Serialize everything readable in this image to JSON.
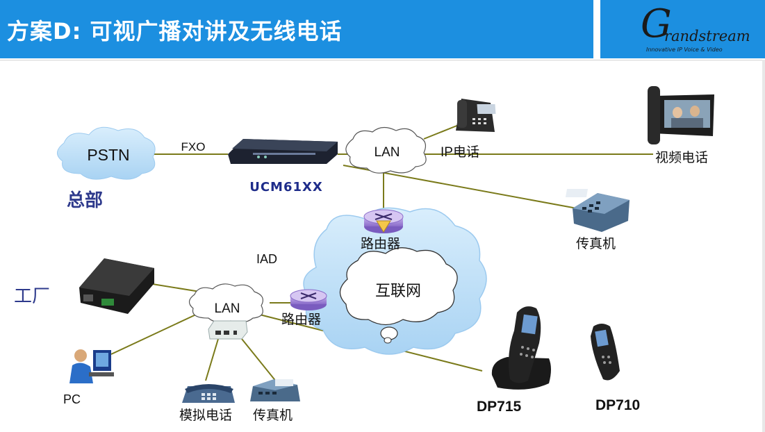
{
  "header": {
    "title": "方案D:   可视广播对讲及无线电话",
    "logo_letter": "G",
    "logo_word": "randstream",
    "logo_tagline": "Innovative IP Voice & Video"
  },
  "diagram": {
    "clouds": {
      "pstn": "PSTN",
      "lan_top": "LAN",
      "lan_bottom": "LAN",
      "internet": "互联网"
    },
    "labels": {
      "fxo": "FXO",
      "ucm": "UCM61XX",
      "hq": "总部",
      "ip_phone": "IP电话",
      "video_phone": "视频电话",
      "router_top": "路由器",
      "fax_top": "传真机",
      "iad": "IAD",
      "factory": "工厂",
      "router_bottom": "路由器",
      "pc": "PC",
      "analog_phone": "模拟电话",
      "fax_bottom": "传真机",
      "dp715": "DP715",
      "dp710": "DP710"
    },
    "colors": {
      "header": "#1c8fe0",
      "link_line": "#7a7a1a",
      "cloud": "#b8dcf6",
      "hq_label": "#2e3a8c",
      "ucm_label": "#1e2c8a"
    }
  }
}
